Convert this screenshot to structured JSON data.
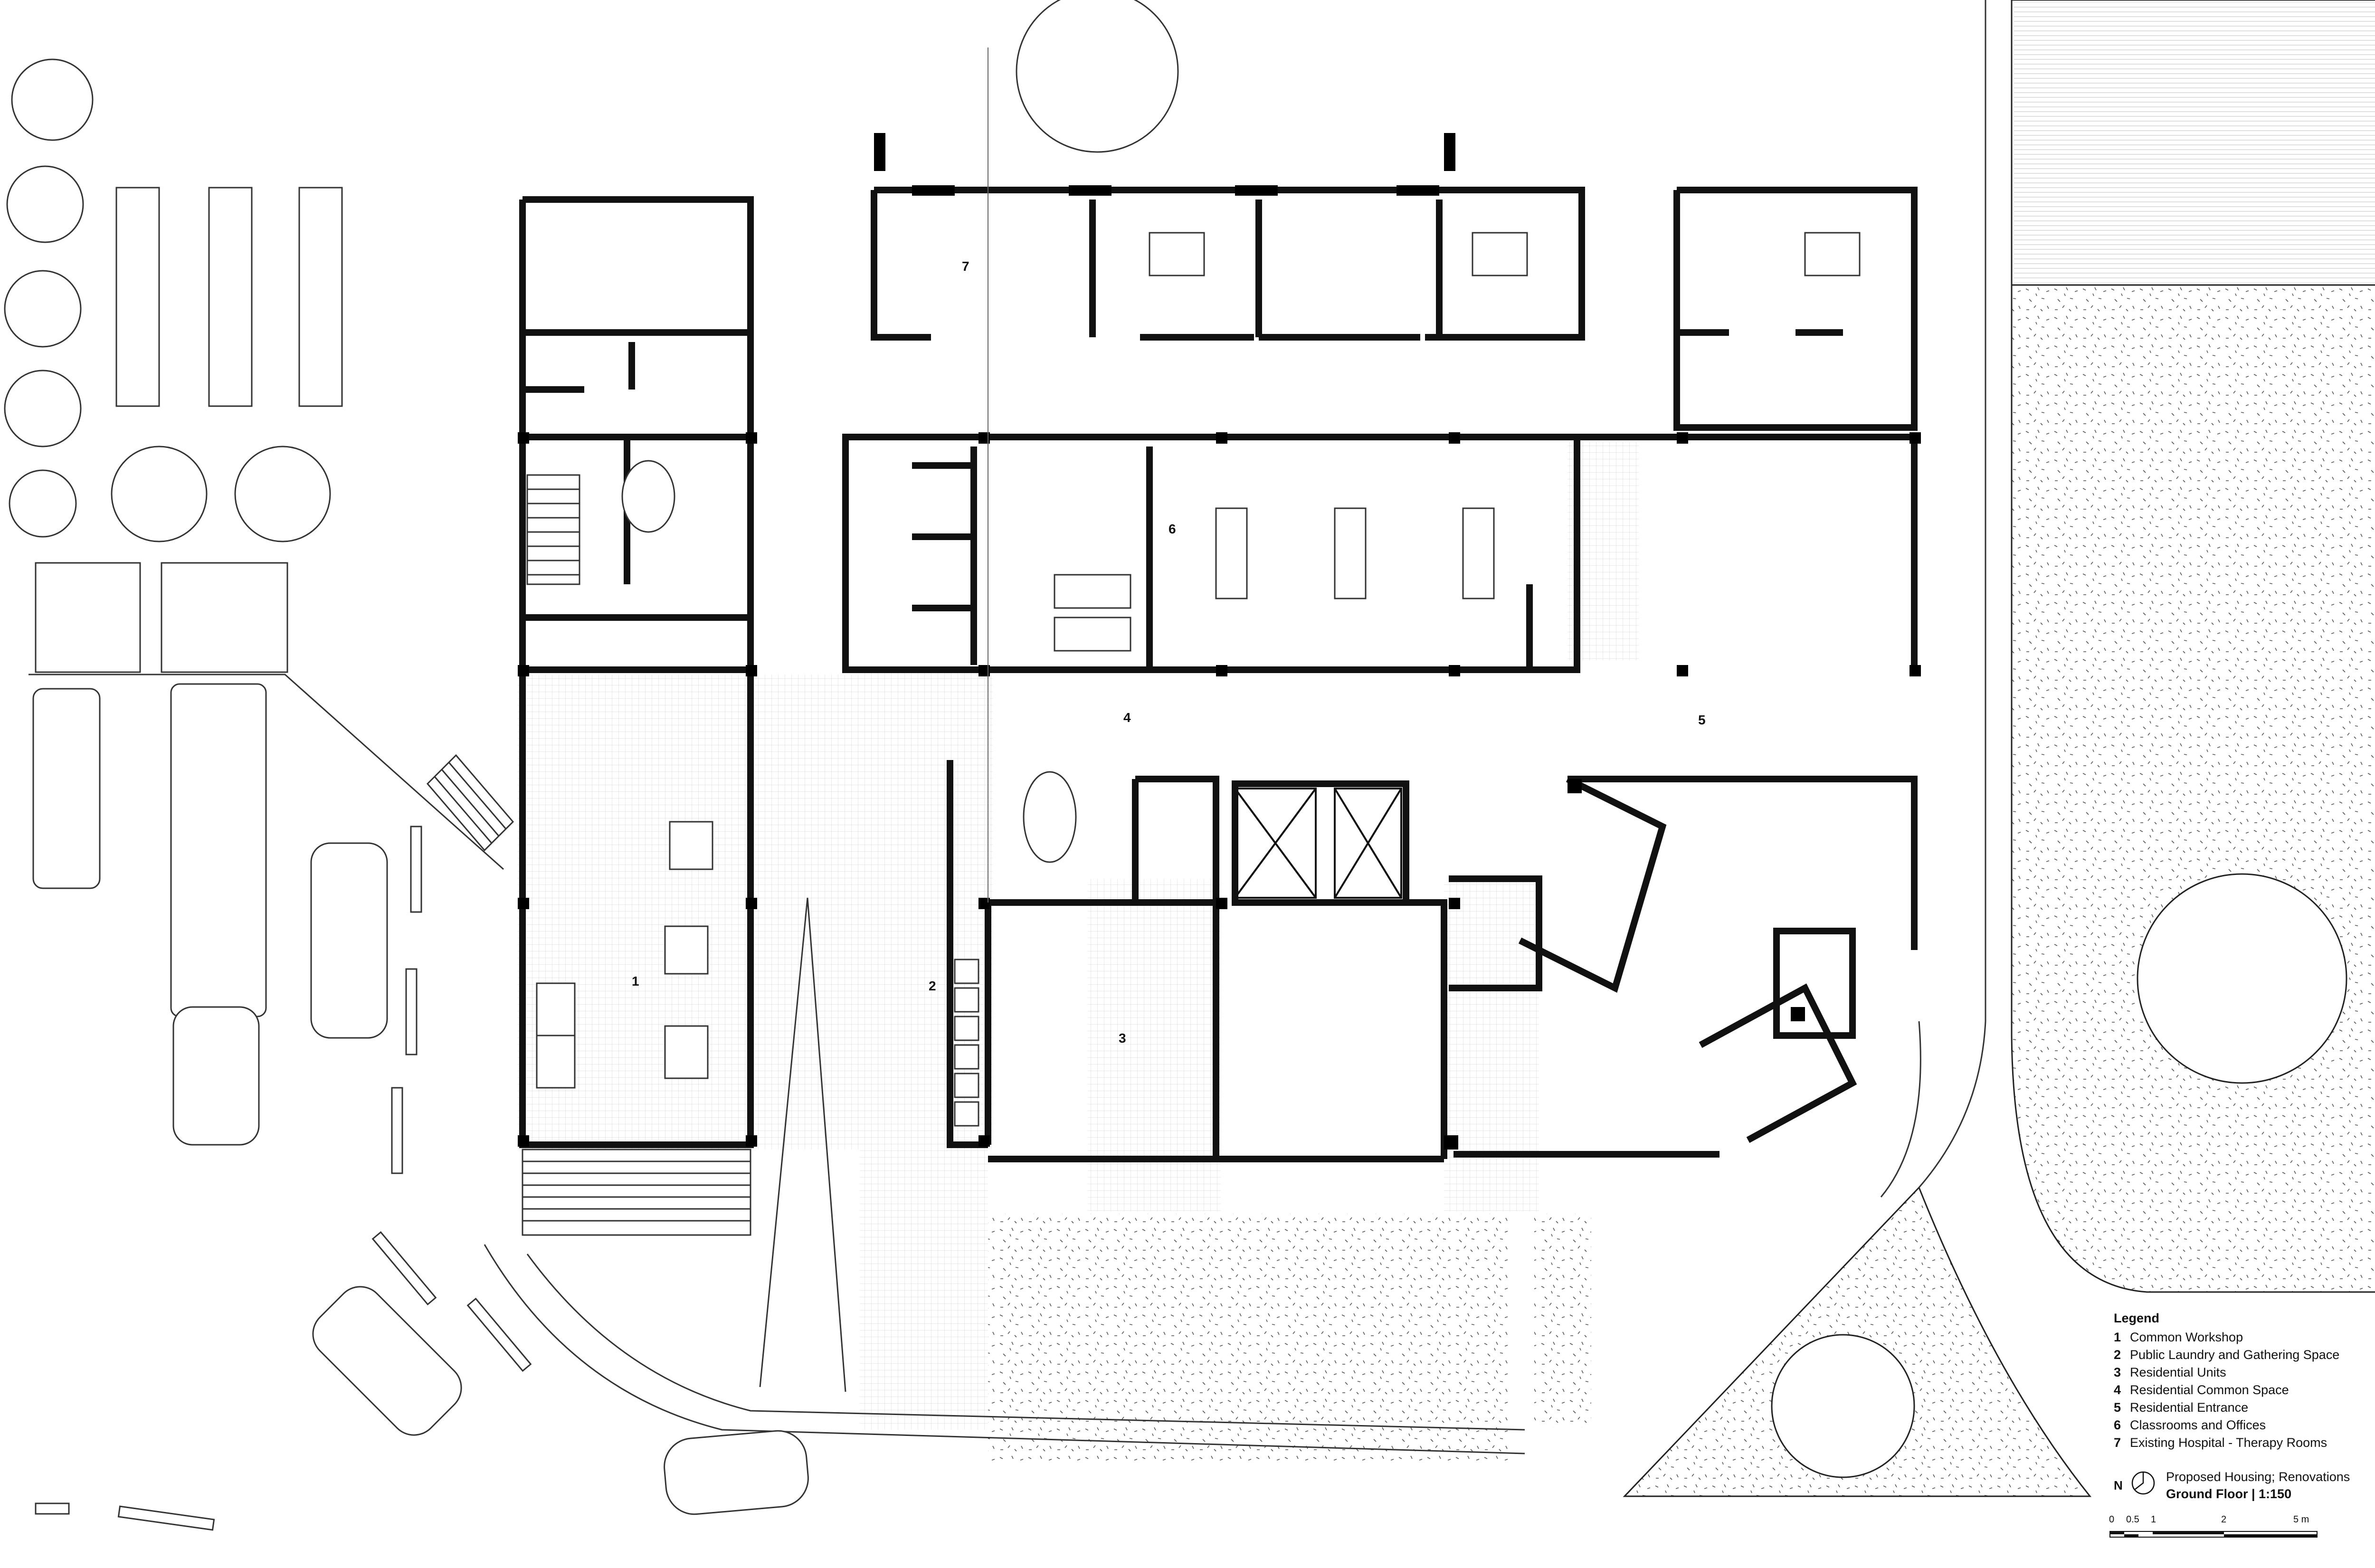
{
  "drawing": {
    "title": "Proposed Housing; Renovations",
    "subtitle": "Ground Floor | 1:150",
    "north_label": "N",
    "line_color": "#1a1a1a",
    "fill_color": "#000000",
    "hatch_color": "#9a9a9a"
  },
  "legend": {
    "title": "Legend",
    "items": [
      {
        "num": "1",
        "label": "Common Workshop"
      },
      {
        "num": "2",
        "label": "Public Laundry and Gathering Space"
      },
      {
        "num": "3",
        "label": "Residential Units"
      },
      {
        "num": "4",
        "label": "Residential Common Space"
      },
      {
        "num": "5",
        "label": "Residential Entrance"
      },
      {
        "num": "6",
        "label": "Classrooms and Offices"
      },
      {
        "num": "7",
        "label": "Existing Hospital - Therapy Rooms"
      }
    ]
  },
  "room_labels": [
    "1",
    "2",
    "3",
    "4",
    "5",
    "6",
    "7"
  ],
  "scale_bar": {
    "ticks": [
      "0",
      "0.5",
      "1",
      "2",
      "5 m"
    ]
  }
}
